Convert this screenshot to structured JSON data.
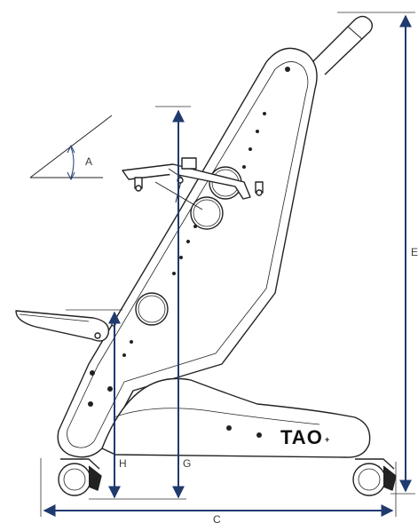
{
  "labels": {
    "angle": "A",
    "height_total": "E",
    "width_total": "C",
    "height_lower": "H",
    "height_upper": "G"
  },
  "logo": {
    "text": "TAO",
    "suffix": "+"
  },
  "colors": {
    "arrow": "#1f3a6e",
    "outline": "#222222",
    "label": "#3a3a3a"
  }
}
